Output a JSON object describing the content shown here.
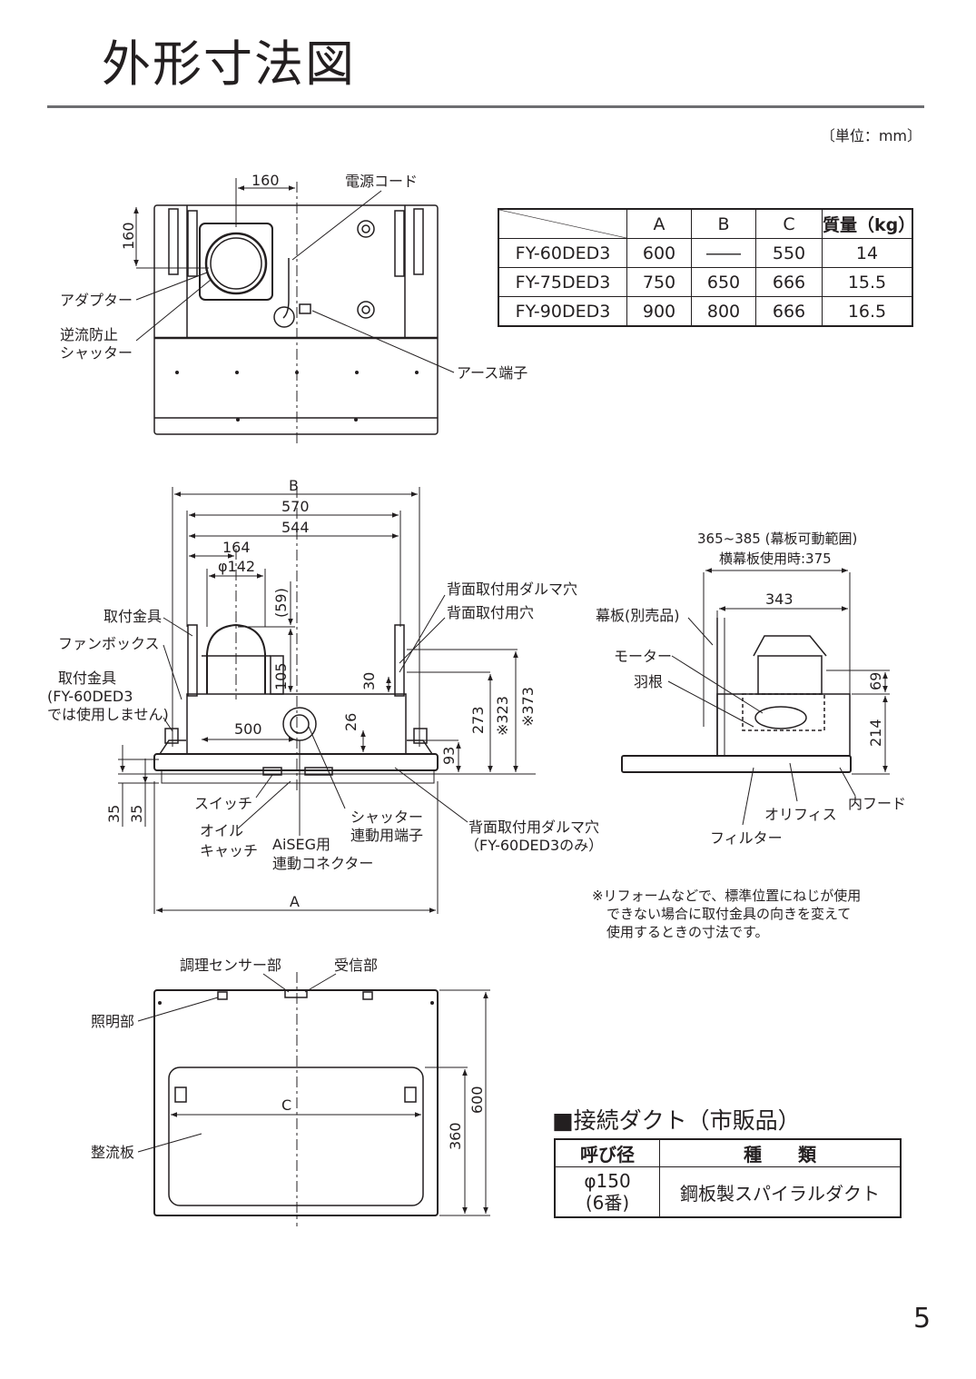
{
  "title": "外形寸法図",
  "unit": "〔単位：mm〕",
  "spec_table": {
    "headers": [
      "",
      "A",
      "B",
      "C",
      "質量（kg）"
    ],
    "rows": [
      {
        "model": "FY-60DED3",
        "a": "600",
        "b": "――",
        "c": "550",
        "mass": "14"
      },
      {
        "model": "FY-75DED3",
        "a": "750",
        "b": "650",
        "c": "666",
        "mass": "15.5"
      },
      {
        "model": "FY-90DED3",
        "a": "900",
        "b": "800",
        "c": "666",
        "mass": "16.5"
      }
    ]
  },
  "top_view": {
    "dim_160_h": "160",
    "dim_160_v": "160",
    "power_cord": "電源コード",
    "adapter": "アダプター",
    "shutter_l1": "逆流防止",
    "shutter_l2": "シャッター",
    "earth": "アース端子"
  },
  "front_view": {
    "b": "B",
    "d570": "570",
    "d544": "544",
    "d164": "164",
    "d142": "φ142",
    "d59": "(59)",
    "d105": "105",
    "d30": "30",
    "d26": "26",
    "d500": "500",
    "d273": "273",
    "d323": "※323",
    "d373": "※373",
    "d93": "93",
    "d35a": "35",
    "d35b": "35",
    "a": "A",
    "bracket": "取付金具",
    "fanbox": "ファンボックス",
    "bracket2_l1": "取付金具",
    "bracket2_l2": "(FY-60DED3",
    "bracket2_l3": "では使用しません)",
    "rear_daruma": "背面取付用ダルマ穴",
    "rear_hole": "背面取付用穴",
    "switch": "スイッチ",
    "oil_l1": "オイル",
    "oil_l2": "キャッチ",
    "aiseg_l1": "AiSEG用",
    "aiseg_l2": "連動コネクター",
    "shutter_term_l1": "シャッター",
    "shutter_term_l2": "連動用端子",
    "rear_daruma2_l1": "背面取付用ダルマ穴",
    "rear_daruma2_l2": "（FY-60DED3のみ）"
  },
  "side_view": {
    "range_l1": "365~385 (幕板可動範囲)",
    "range_l2": "横幕板使用時:375",
    "d343": "343",
    "d69": "69",
    "d214": "214",
    "panel": "幕板(別売品)",
    "motor": "モーター",
    "blade": "羽根",
    "orifice": "オリフィス",
    "filter": "フィルター",
    "inner_hood": "内フード"
  },
  "note": {
    "l1": "※リフォームなどで、標準位置にねじが使用",
    "l2": "できない場合に取付金具の向きを変えて",
    "l3": "使用するときの寸法です。"
  },
  "bottom_view": {
    "sensor": "調理センサー部",
    "receiver": "受信部",
    "light": "照明部",
    "baffle": "整流板",
    "c": "C",
    "d600": "600",
    "d360": "360"
  },
  "duct": {
    "title": "■接続ダクト（市販品）",
    "h_size": "呼び径",
    "h_type": "種　　類",
    "size_l1": "φ150",
    "size_l2": "(6番)",
    "type": "鋼板製スパイラルダクト"
  },
  "page_number": "5"
}
